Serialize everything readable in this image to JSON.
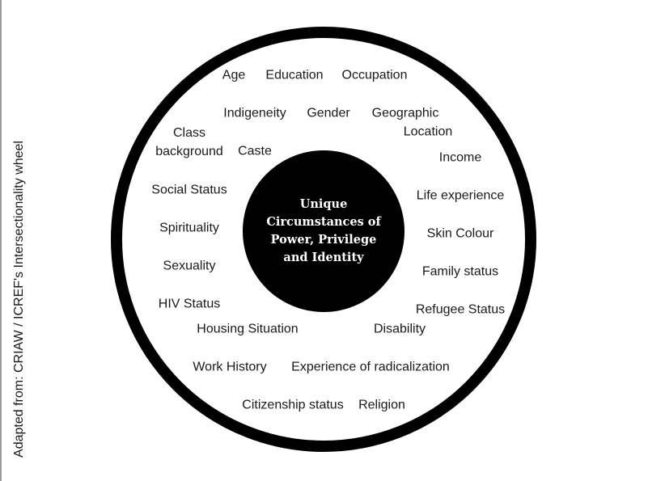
{
  "credit": "Adapted from: CRIAW / ICREF's Intersectionality wheel",
  "center": "Unique Circumstances of Power, Privilege and Identity",
  "factors": {
    "age": "Age",
    "education": "Education",
    "occupation": "Occupation",
    "indigeneity": "Indigeneity",
    "gender": "Gender",
    "geographic_line1": "Geographic",
    "geographic_line2": "Location",
    "class_background": "Class\nbackground",
    "caste": "Caste",
    "income": "Income",
    "social_status": "Social Status",
    "life_experience": "Life experience",
    "spirituality": "Spirituality",
    "skin_colour": "Skin Colour",
    "sexuality": "Sexuality",
    "family_status": "Family status",
    "hiv_status": "HIV Status",
    "refugee_status": "Refugee Status",
    "housing_situation": "Housing Situation",
    "disability": "Disability",
    "work_history": "Work History",
    "experience_of_radicalization": "Experience of radicalization",
    "citizenship_status": "Citizenship status",
    "religion": "Religion"
  },
  "colors": {
    "ring": "#000000",
    "hub": "#000000",
    "hub_text": "#ffffff",
    "background": "#ffffff"
  }
}
